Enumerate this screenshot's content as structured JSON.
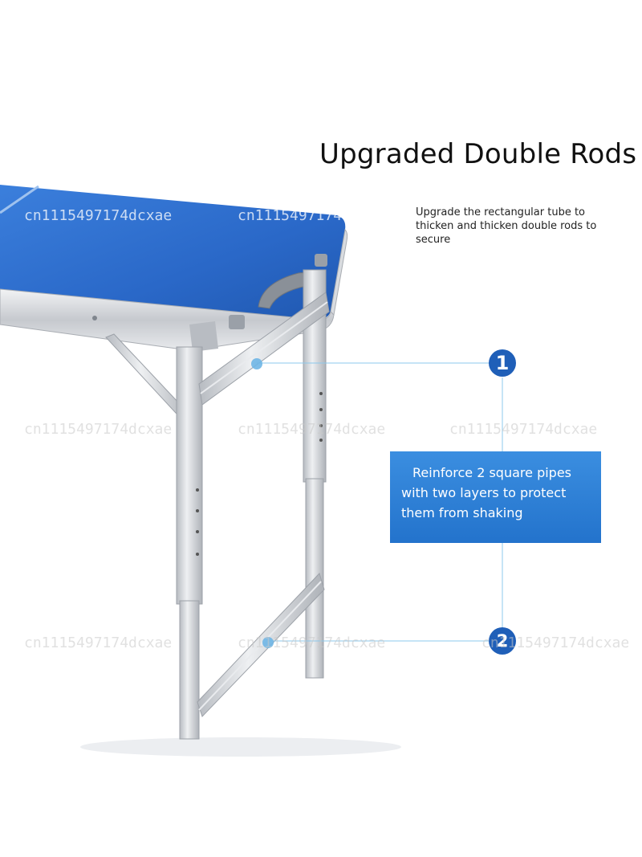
{
  "headline": "Upgraded Double Rods",
  "subtext": {
    "line1": "Upgrade the rectangular tube to",
    "line2": "thicken and thicken double rods to",
    "line3": "secure"
  },
  "badges": {
    "first": "1",
    "second": "2"
  },
  "callout": {
    "line1": "Reinforce 2 square pipes",
    "line2": "with two layers to protect",
    "line3": "them from shaking"
  },
  "watermark": "cn1115497174dcxae",
  "colors": {
    "tabletop": "#2f6fd0",
    "frame": "#c9ccd1",
    "callout": "#2f82d9",
    "badge": "#1f5fb8",
    "leader_line": "#7fc1e8"
  }
}
